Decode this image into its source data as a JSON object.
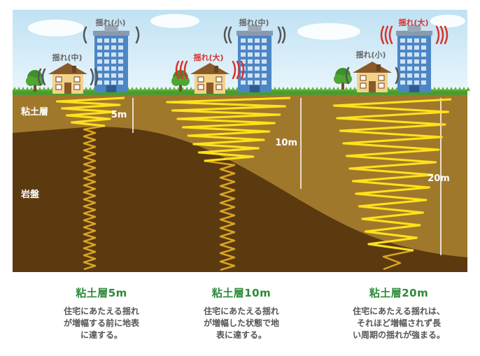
{
  "colors": {
    "sky_top": "#c8e6f5",
    "sky_bottom": "#e9f5fb",
    "grass": "#4e9a2f",
    "clay": "#a0782c",
    "bedrock": "#5b3a10",
    "wave": "#ffe21a",
    "wave_deep": "#d8a325",
    "label_gray": "#666666",
    "label_red": "#d9322b",
    "title_green": "#2e8a3a",
    "building": "#4d86c4",
    "house_roof": "#8a5a2b",
    "house_wall": "#f5d28a"
  },
  "layer_labels": {
    "clay": "粘土層",
    "bedrock": "岩盤"
  },
  "panels": [
    {
      "depth_label": "5m",
      "depth_m": 5,
      "building_shake": "揺れ(小)",
      "building_shake_level": "small",
      "house_shake": "揺れ(中)",
      "house_shake_level": "medium",
      "caption_title": "粘土層5m",
      "caption_lines": [
        "住宅にあたえる揺れ",
        "が増幅する前に地表",
        "に達する。"
      ]
    },
    {
      "depth_label": "10m",
      "depth_m": 10,
      "building_shake": "揺れ(中)",
      "building_shake_level": "medium",
      "house_shake": "揺れ(大)",
      "house_shake_level": "large",
      "caption_title": "粘土層10m",
      "caption_lines": [
        "住宅にあたえる揺れ",
        "が増幅した状態で地",
        "表に達する。"
      ]
    },
    {
      "depth_label": "20m",
      "depth_m": 20,
      "building_shake": "揺れ(大)",
      "building_shake_level": "large",
      "house_shake": "揺れ(小)",
      "house_shake_level": "small",
      "caption_title": "粘土層20m",
      "caption_lines": [
        "住宅にあたえる揺れは、",
        "それほど増幅されず長",
        "い周期の揺れが強まる。"
      ]
    }
  ]
}
